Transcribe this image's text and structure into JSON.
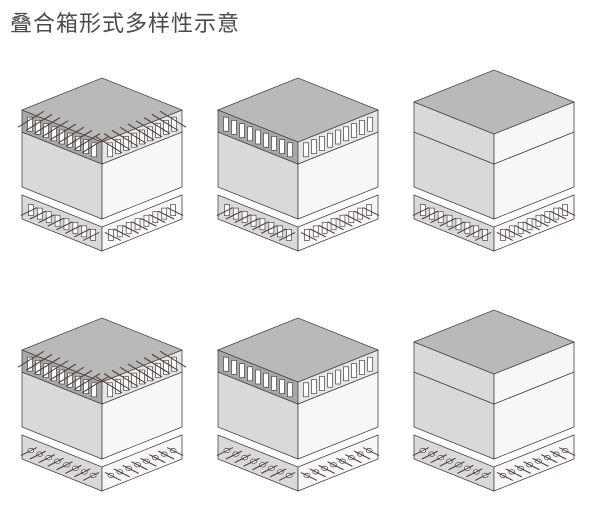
{
  "title": "叠合箱形式多样性示意",
  "colors": {
    "top_face": "#b9b9b9",
    "left_face": "#d9d9d9",
    "right_face": "#f7f7f7",
    "edge": "#444444",
    "rebar": "#5a3e36"
  },
  "boxes": [
    {
      "id": "box-1",
      "top_style": "slotted",
      "rebar_top": true,
      "base_style": "slotted"
    },
    {
      "id": "box-2",
      "top_style": "slotted",
      "rebar_top": false,
      "base_style": "slotted"
    },
    {
      "id": "box-3",
      "top_style": "solid",
      "rebar_top": false,
      "base_style": "slotted"
    },
    {
      "id": "box-4",
      "top_style": "slotted",
      "rebar_top": true,
      "base_style": "sleeve"
    },
    {
      "id": "box-5",
      "top_style": "slotted",
      "rebar_top": false,
      "base_style": "sleeve"
    },
    {
      "id": "box-6",
      "top_style": "solid",
      "rebar_top": false,
      "base_style": "sleeve"
    }
  ]
}
